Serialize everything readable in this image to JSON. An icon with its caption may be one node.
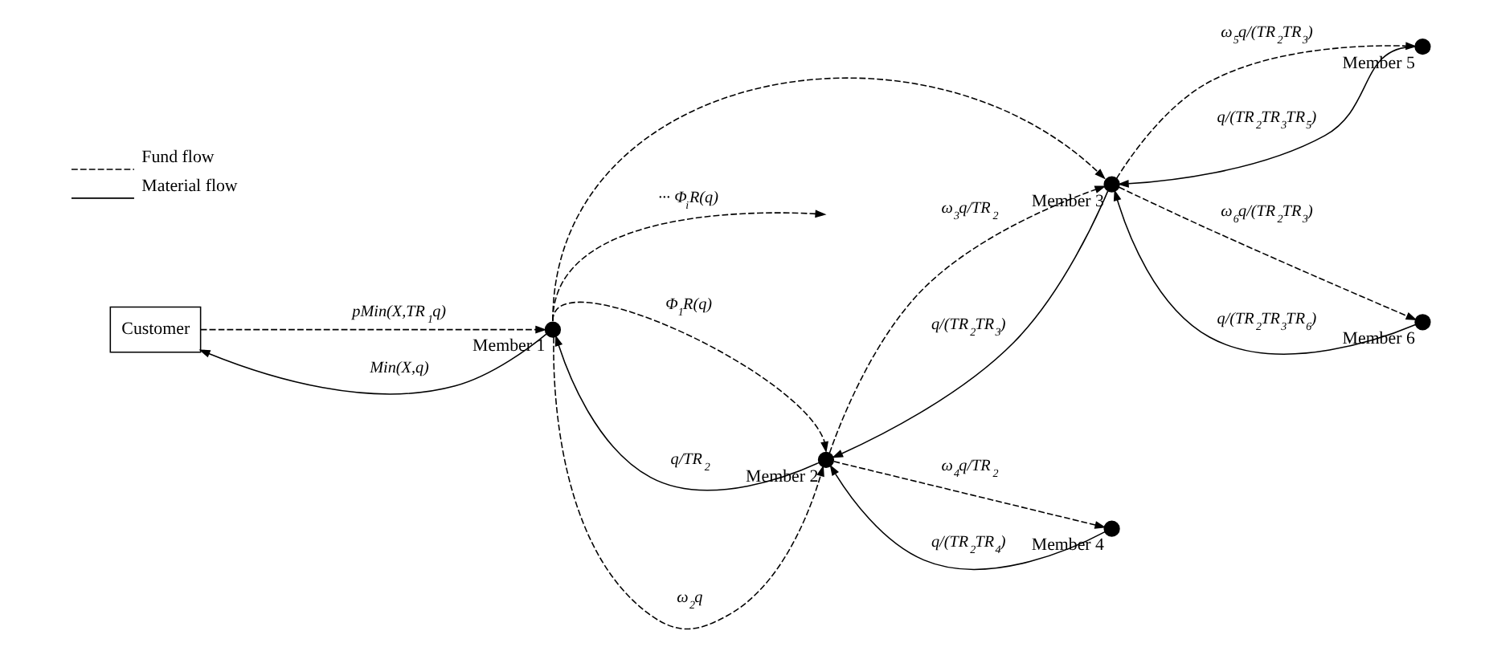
{
  "diagram": {
    "nodes": [
      {
        "text": [
          "Customer"
        ]
      },
      {
        "text": [],
        "shape": "circle",
        "beside": [
          "Member 1"
        ]
      },
      {
        "text": [],
        "shape": "circle",
        "beside": [
          "Member 2"
        ]
      },
      {
        "text": [],
        "shape": "circle",
        "beside": [
          "Member 3"
        ]
      },
      {
        "text": [],
        "shape": "circle",
        "beside": [
          "Member 4"
        ]
      },
      {
        "text": [],
        "shape": "circle",
        "beside": [
          "Member 5"
        ]
      },
      {
        "text": [],
        "shape": "circle",
        "beside": [
          "Member 6"
        ]
      }
    ],
    "edges": [
      {
        "from": 0,
        "to": 1,
        "arrow": "to",
        "style": "dashed",
        "label": "pMin(X,TR$_{1}$q)"
      },
      {
        "from": 1,
        "to": 0,
        "arrow": "to",
        "label": "Min(X,q)"
      },
      {
        "from": 1,
        "to": 2,
        "arrow": "to",
        "style": "dashed",
        "label": "ω$_{2}$q"
      },
      {
        "from": 2,
        "to": 1,
        "arrow": "to",
        "label": "q/TR$_{2}$"
      },
      {
        "from": 1,
        "to": 2,
        "arrow": "to",
        "style": "dashed",
        "label": "Φ$_{1}$R(q)"
      },
      {
        "from": 1,
        "to": 3,
        "arrow": "to",
        "style": "dashed"
      },
      {
        "from": 1,
        "to": null,
        "arrow": "to",
        "style": "dashed",
        "label": "··· Φ$_{i}$R(q)"
      },
      {
        "from": 2,
        "to": 3,
        "arrow": "to",
        "style": "dashed",
        "label": "ω$_{3}$q/TR$_{2}$"
      },
      {
        "from": 3,
        "to": 2,
        "arrow": "to",
        "label": "q/(TR$_{2}$TR$_{3}$)"
      },
      {
        "from": 2,
        "to": 4,
        "arrow": "to",
        "style": "dashed",
        "label": "ω$_{4}$q/TR$_{2}$"
      },
      {
        "from": 4,
        "to": 2,
        "arrow": "to",
        "label": "q/(TR$_{2}$TR$_{4}$)"
      },
      {
        "from": 3,
        "to": 5,
        "arrow": "to",
        "style": "dashed",
        "label": "ω$_{5}$q/(TR$_{2}$TR$_{3}$)"
      },
      {
        "from": 5,
        "to": 3,
        "arrow": "to",
        "label": "q/(TR$_{2}$TR$_{3}$TR$_{5}$)"
      },
      {
        "from": 3,
        "to": 6,
        "arrow": "to",
        "style": "dashed",
        "label": "ω$_{6}$q/(TR$_{2}$TR$_{3}$)"
      },
      {
        "from": 6,
        "to": 3,
        "arrow": "to",
        "label": "q/(TR$_{2}$TR$_{3}$TR$_{6}$)"
      }
    ],
    "legend": [
      {
        "text": "Fund flow"
      },
      {
        "text": "Material flow"
      }
    ]
  }
}
